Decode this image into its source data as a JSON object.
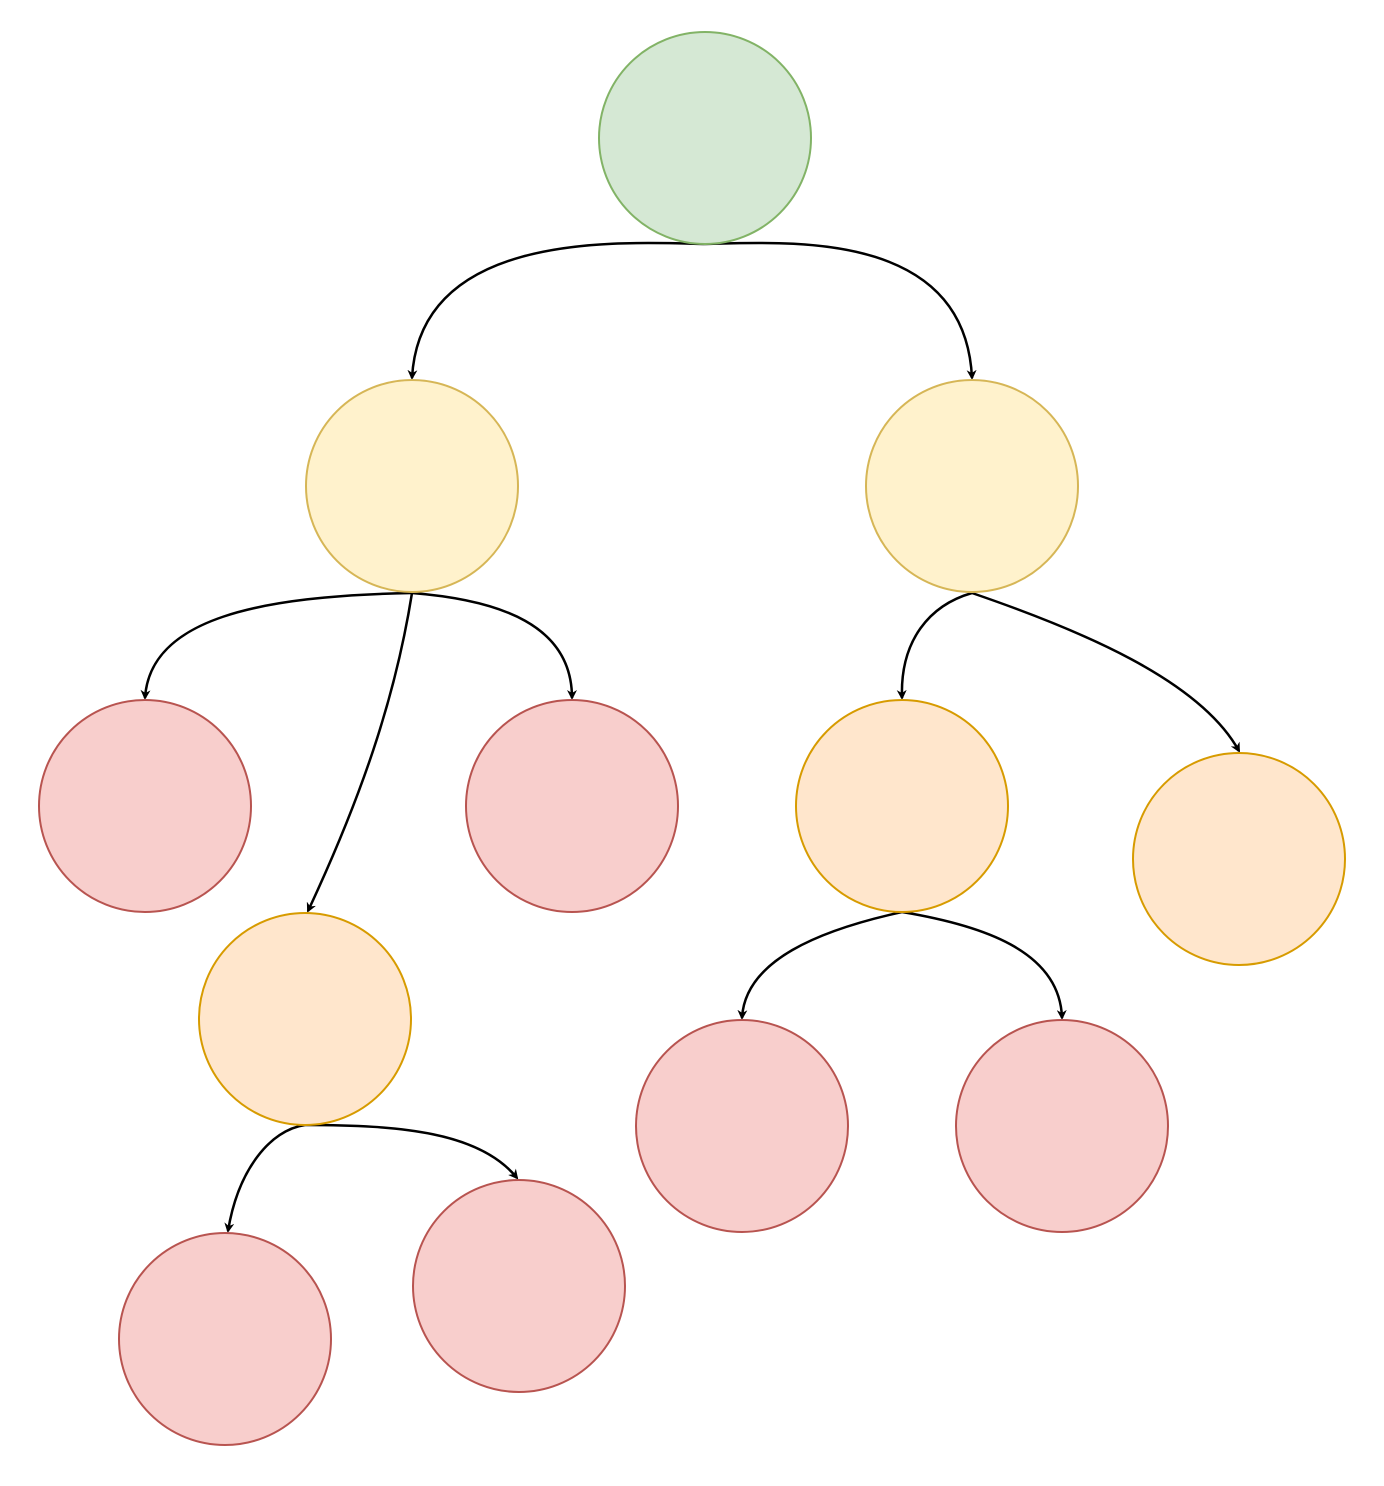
{
  "diagram": {
    "type": "tree",
    "styles": {
      "green": {
        "fill": "#d5e8d4",
        "stroke": "#82b366"
      },
      "yellow": {
        "fill": "#fff2cc",
        "stroke": "#d6b656"
      },
      "orange": {
        "fill": "#ffe6cc",
        "stroke": "#d79b00"
      },
      "red": {
        "fill": "#f8cecc",
        "stroke": "#b85450"
      }
    },
    "edge_color": "#000000",
    "nodes": [
      {
        "id": "root",
        "style": "green",
        "label": ""
      },
      {
        "id": "y1",
        "style": "yellow",
        "label": ""
      },
      {
        "id": "y2",
        "style": "yellow",
        "label": ""
      },
      {
        "id": "r1",
        "style": "red",
        "label": ""
      },
      {
        "id": "r2",
        "style": "red",
        "label": ""
      },
      {
        "id": "o1",
        "style": "orange",
        "label": ""
      },
      {
        "id": "r3",
        "style": "red",
        "label": ""
      },
      {
        "id": "r4",
        "style": "red",
        "label": ""
      },
      {
        "id": "o2",
        "style": "orange",
        "label": ""
      },
      {
        "id": "o3",
        "style": "orange",
        "label": ""
      },
      {
        "id": "r5",
        "style": "red",
        "label": ""
      },
      {
        "id": "r6",
        "style": "red",
        "label": ""
      }
    ],
    "edges": [
      {
        "from": "root",
        "to": "y1"
      },
      {
        "from": "root",
        "to": "y2"
      },
      {
        "from": "y1",
        "to": "r1"
      },
      {
        "from": "y1",
        "to": "o1"
      },
      {
        "from": "y1",
        "to": "r2"
      },
      {
        "from": "o1",
        "to": "r3"
      },
      {
        "from": "o1",
        "to": "r4"
      },
      {
        "from": "y2",
        "to": "o2"
      },
      {
        "from": "y2",
        "to": "o3"
      },
      {
        "from": "o2",
        "to": "r5"
      },
      {
        "from": "o2",
        "to": "r6"
      }
    ]
  }
}
